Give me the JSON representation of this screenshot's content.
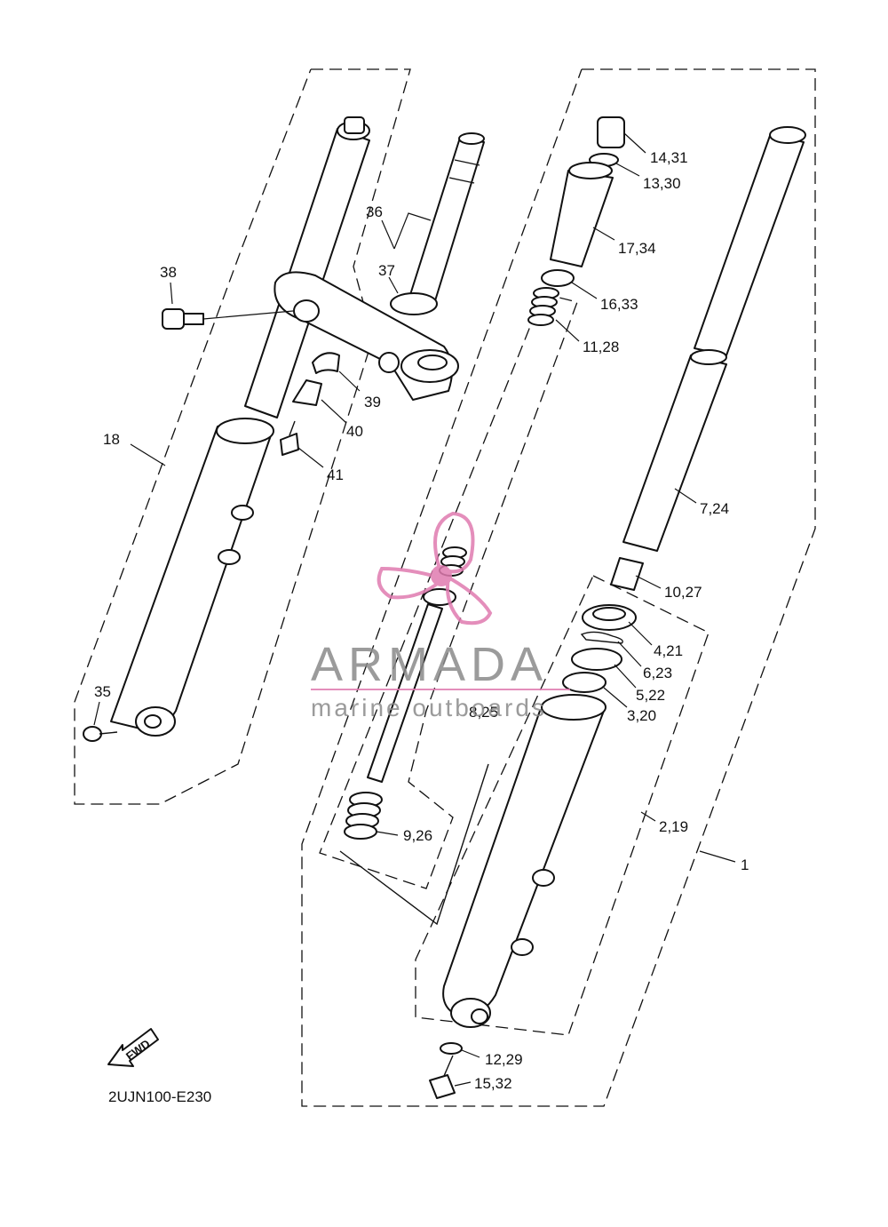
{
  "diagram_code": "2UJN100-E230",
  "fwd_label": "FWD",
  "watermark": {
    "brand": "ARMADA",
    "tagline": "marine outboards",
    "pink": "#e07bb0",
    "grey": "#8a8a8a"
  },
  "callouts": {
    "c1": "1",
    "c2_19": "2,19",
    "c3_20": "3,20",
    "c4_21": "4,21",
    "c5_22": "5,22",
    "c6_23": "6,23",
    "c7_24": "7,24",
    "c8_25": "8,25",
    "c9_26": "9,26",
    "c10_27": "10,27",
    "c11_28": "11,28",
    "c12_29": "12,29",
    "c13_30": "13,30",
    "c14_31": "14,31",
    "c15_32": "15,32",
    "c16_33": "16,33",
    "c17_34": "17,34",
    "c18": "18",
    "c35": "35",
    "c36": "36",
    "c37": "37",
    "c38": "38",
    "c39": "39",
    "c40": "40",
    "c41": "41"
  }
}
